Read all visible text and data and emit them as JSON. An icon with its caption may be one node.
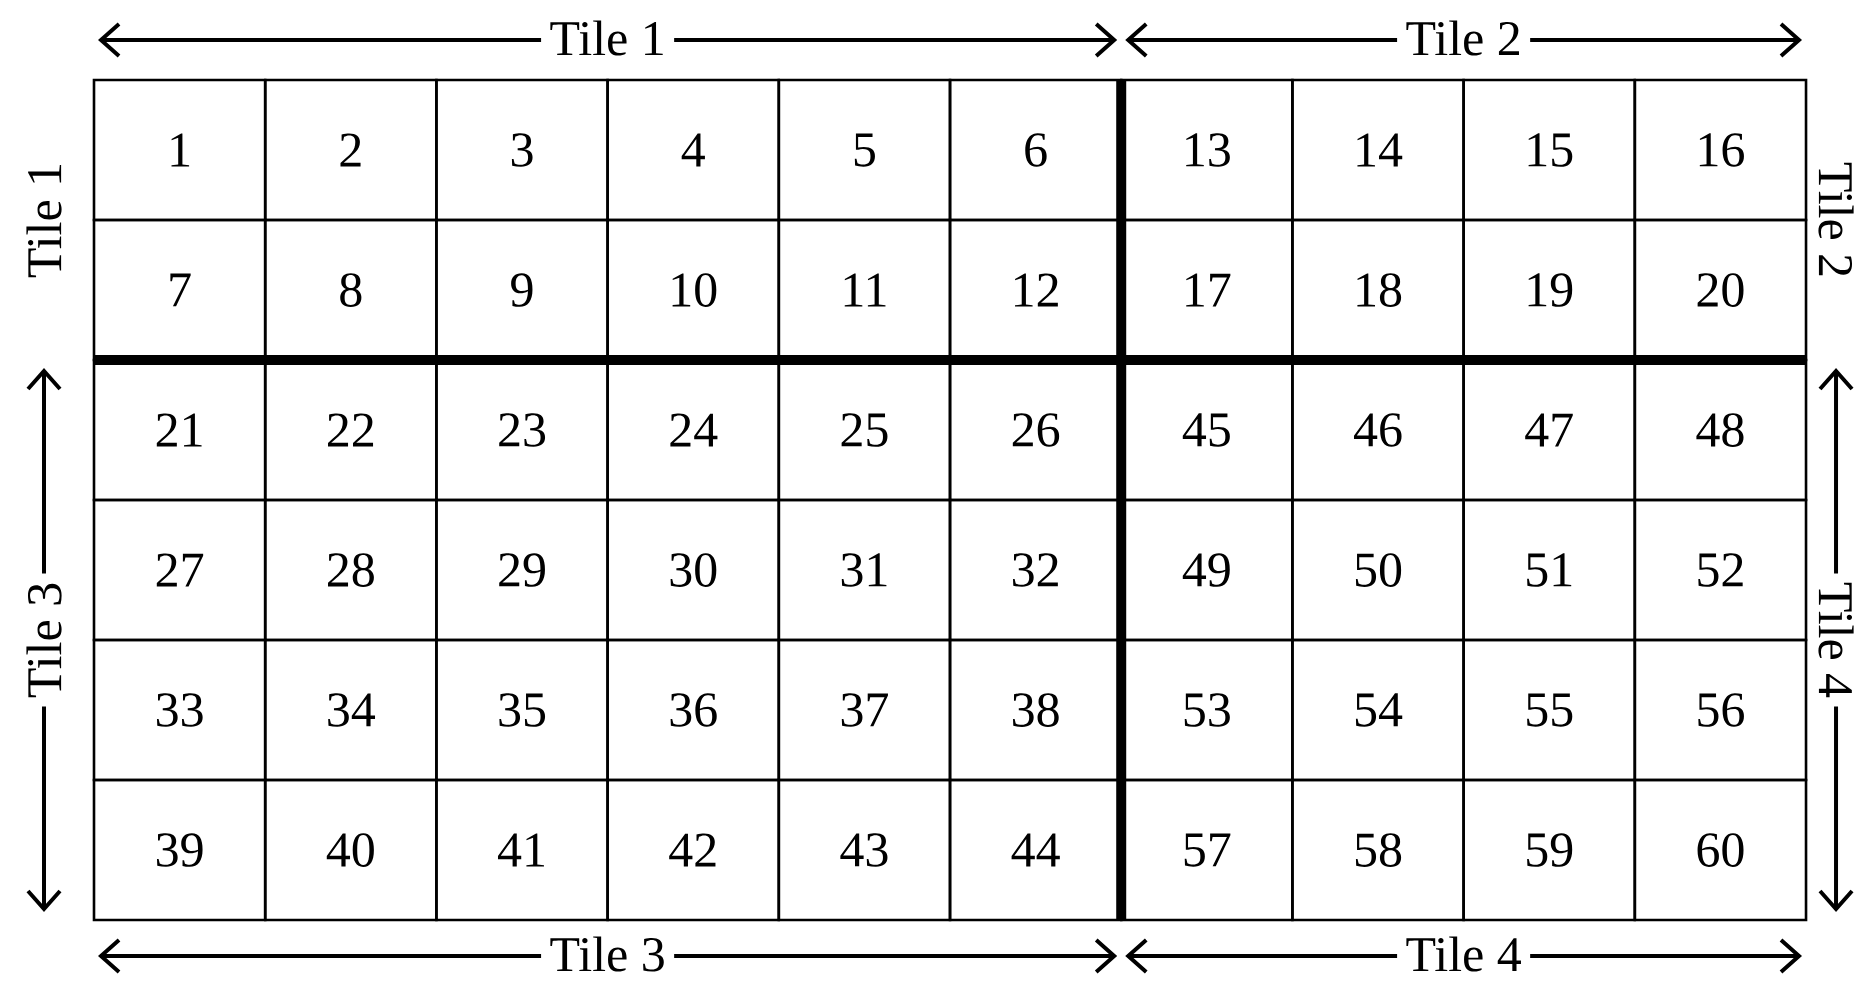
{
  "diagram": {
    "labels": [
      "Tile 1",
      "Tile 2",
      "Tile 1",
      "Tile 2",
      "Tile 3",
      "Tile 4",
      "1",
      "2",
      "3",
      "4",
      "5",
      "6",
      "13",
      "14",
      "15",
      "16",
      "7",
      "8",
      "9",
      "10",
      "11",
      "12",
      "17",
      "18",
      "19",
      "20",
      "21",
      "22",
      "23",
      "24",
      "25",
      "26",
      "45",
      "46",
      "47",
      "48",
      "27",
      "28",
      "29",
      "30",
      "31",
      "32",
      "49",
      "50",
      "51",
      "52",
      "33",
      "34",
      "35",
      "36",
      "37",
      "38",
      "53",
      "54",
      "55",
      "56",
      "39",
      "40",
      "41",
      "42",
      "43",
      "44",
      "57",
      "58",
      "59",
      "60",
      "Tile 3",
      "Tile 4"
    ]
  }
}
